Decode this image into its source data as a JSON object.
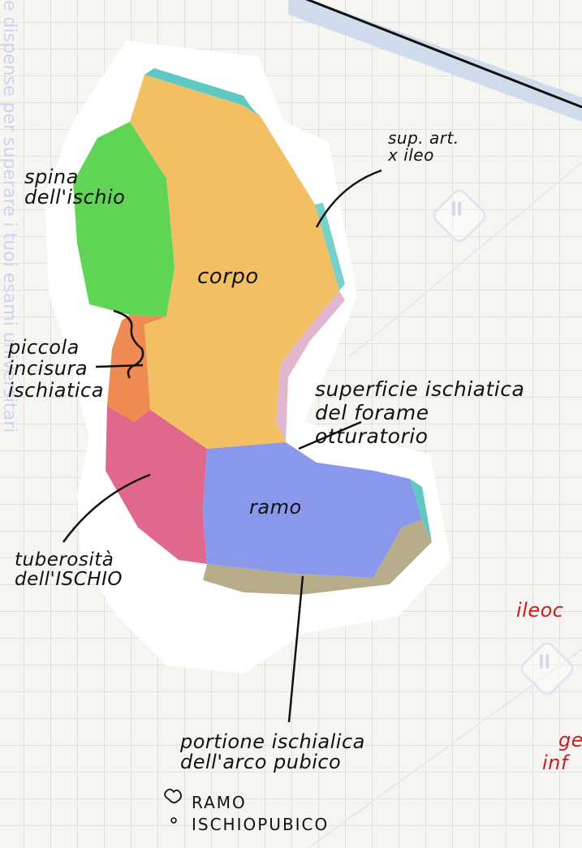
{
  "watermark": {
    "side_text": "e dispense per superare i tuoi esami universitari"
  },
  "labels": {
    "spina": "spina\ndell'ischio",
    "corpo": "corpo",
    "sup_art": "sup. art.\nx ileo",
    "piccola": "piccola\nincisura\nischiatica",
    "superficie": "superficie ischiatica\ndel forame\notturatorio",
    "ramo": "ramo",
    "tuberosita": "tuberosità\ndell'ISCHIO",
    "portione": "portione ischialica\ndell'arco pubico",
    "ramo_ischiopubico": "RAMO\nISCHIOPUBICO"
  },
  "cut_off": {
    "ileo": "ileoc",
    "ge": "ge",
    "inf": "inf"
  },
  "colors": {
    "corpo": "#f2c063",
    "spina": "#5fd455",
    "tuberosita": "#e0688c",
    "piccola": "#ee8a52",
    "ramo": "#8a98ec",
    "arco": "#b8ad8b",
    "sup_art_edge": "#5ec9c4",
    "forame_edge": "#e3b6cf",
    "halo": "#ffffff",
    "ink": "#111111",
    "red_ink": "#c81e1e"
  }
}
